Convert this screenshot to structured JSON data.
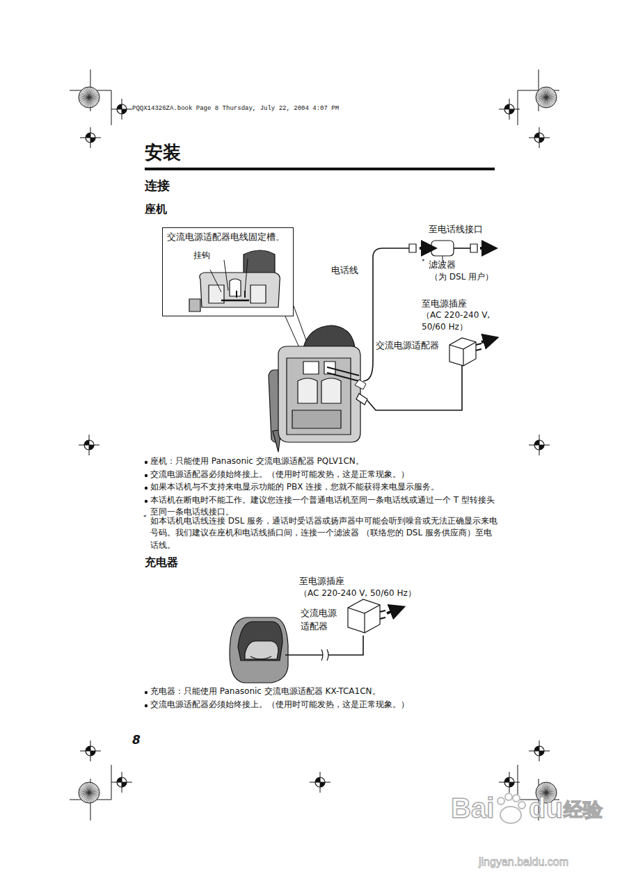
{
  "diagram": {
    "title": "安装",
    "nodes": [
      {
        "text": [
          "交流电源适配器电线固定槽。"
        ]
      }
    ],
    "labels": [
      "PQQX14326ZA.book  Page 8  Thursday, July 22, 2004  4:07 PM",
      "连接",
      "座机",
      "挂钩",
      "至电话线接口",
      "*",
      "滤波器",
      "（为 DSL 用户）",
      "电话线",
      "至电源插座",
      "（AC 220-240 V, 50/60 Hz）",
      "交流电源适配器",
      "座机：只能使用 Panasonic 交流电源适配器 PQLV1CN。",
      "交流电源适配器必须始终接上。（使用时可能发热，这是正常现象。）",
      "如果本话机与不支持来电显示功能的 PBX 连接，您就不能获得来电显示服务。",
      "本话机在断电时不能工作。建议您连接一个普通电话机至同一条电话线或通过一个 T 型转接头至同一条电话线接口。",
      "*",
      "如本话机电话线连接 DSL 服务，通话时受话器或扬声器中可能会听到噪音或无法正确显示来电号码。我们建议在座机和电话线插口间，连接一个滤波器 （联络您的 DSL 服务供应商）至电话线。",
      "充电器",
      "至电源插座",
      "（AC 220-240 V, 50/60 Hz）",
      "交流电源 适配器",
      "充电器：只能使用 Panasonic 交流电源适配器 KX-TCA1CN。",
      "交流电源适配器必须始终接上。（使用时可能发热，这是正常现象。）",
      "8",
      "Bai",
      "du",
      "经验",
      "jingyan.baidu.com"
    ]
  }
}
